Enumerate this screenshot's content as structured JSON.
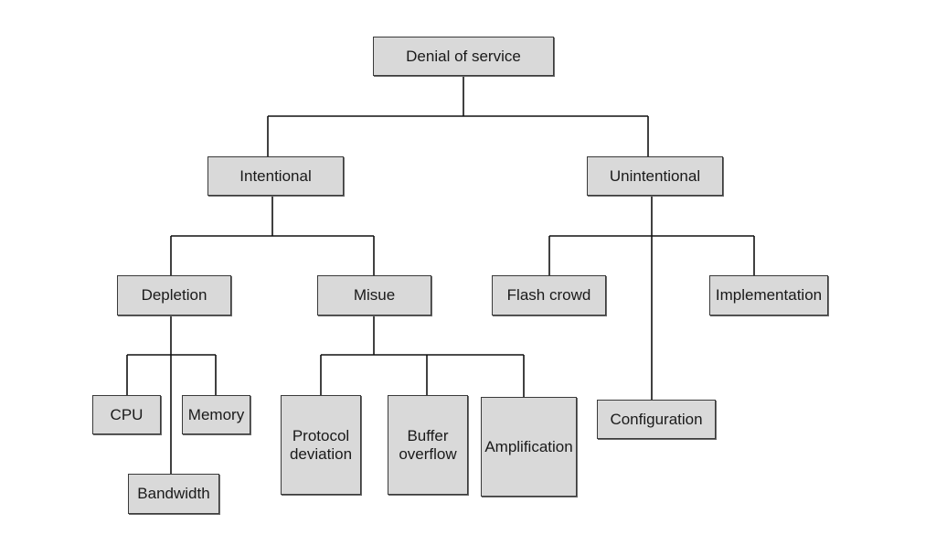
{
  "diagram": {
    "root": "Denial of service",
    "intentional": "Intentional",
    "unintentional": "Unintentional",
    "depletion": "Depletion",
    "misuse": "Misue",
    "flash_crowd": "Flash crowd",
    "implementation": "Implementation",
    "configuration": "Configuration",
    "cpu": "CPU",
    "memory": "Memory",
    "bandwidth": "Bandwidth",
    "protocol_deviation": "Protocol\ndeviation",
    "buffer_overflow": "Buffer\noverflow",
    "amplification": "Amplification"
  }
}
